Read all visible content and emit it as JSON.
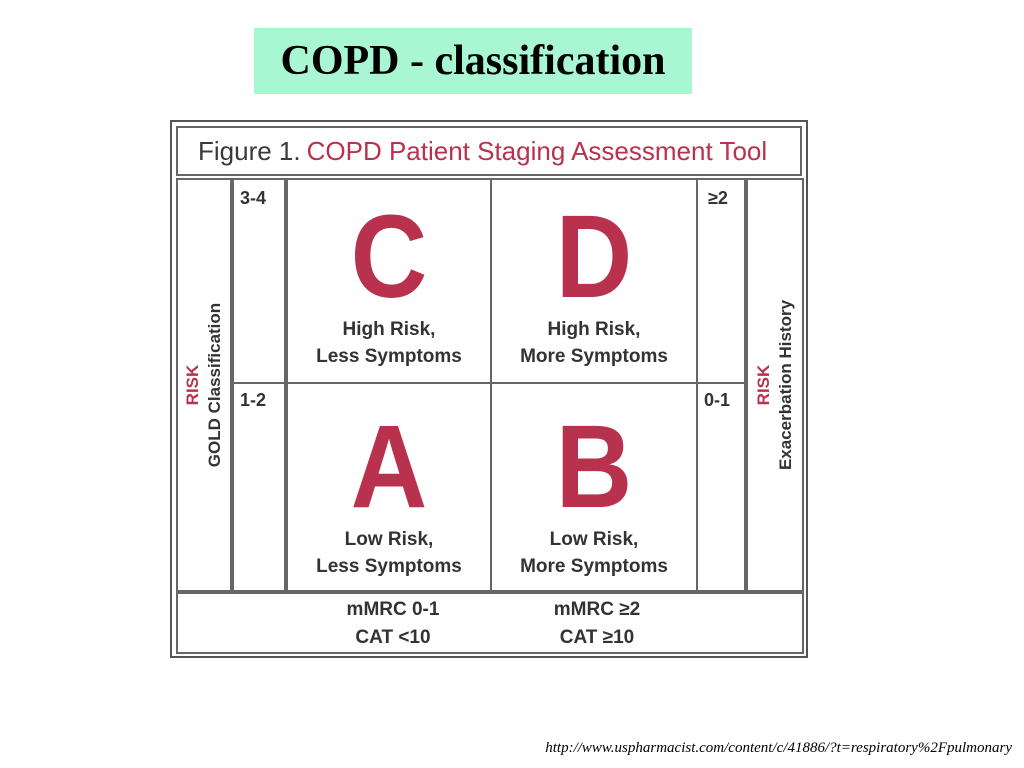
{
  "slide": {
    "title": "COPD - classification",
    "source_url": "http://www.uspharmacist.com/content/c/41886/?t=respiratory%2Fpulmonary"
  },
  "figure": {
    "label": "Figure 1.",
    "title": "COPD Patient Staging Assessment Tool",
    "left_axis": {
      "risk_label": "RISK",
      "description": "GOLD Classification",
      "ticks": [
        "3-4",
        "1-2"
      ]
    },
    "right_axis": {
      "risk_label": "RISK",
      "description": "Exacerbation History",
      "ticks": [
        "≥2",
        "0-1"
      ]
    },
    "quadrants": {
      "C": {
        "letter": "C",
        "line1": "High Risk,",
        "line2": "Less Symptoms"
      },
      "D": {
        "letter": "D",
        "line1": "High Risk,",
        "line2": "More Symptoms"
      },
      "A": {
        "letter": "A",
        "line1": "Low Risk,",
        "line2": "Less Symptoms"
      },
      "B": {
        "letter": "B",
        "line1": "Low Risk,",
        "line2": "More Symptoms"
      }
    },
    "bottom_axis": {
      "left": {
        "line1": "mMRC 0-1",
        "line2": "CAT <10"
      },
      "right": {
        "line1": "mMRC ≥2",
        "line2": "CAT ≥10"
      }
    },
    "colors": {
      "accent": "#b8324e",
      "title_background": "#a8f7d2",
      "border": "#666666"
    }
  }
}
